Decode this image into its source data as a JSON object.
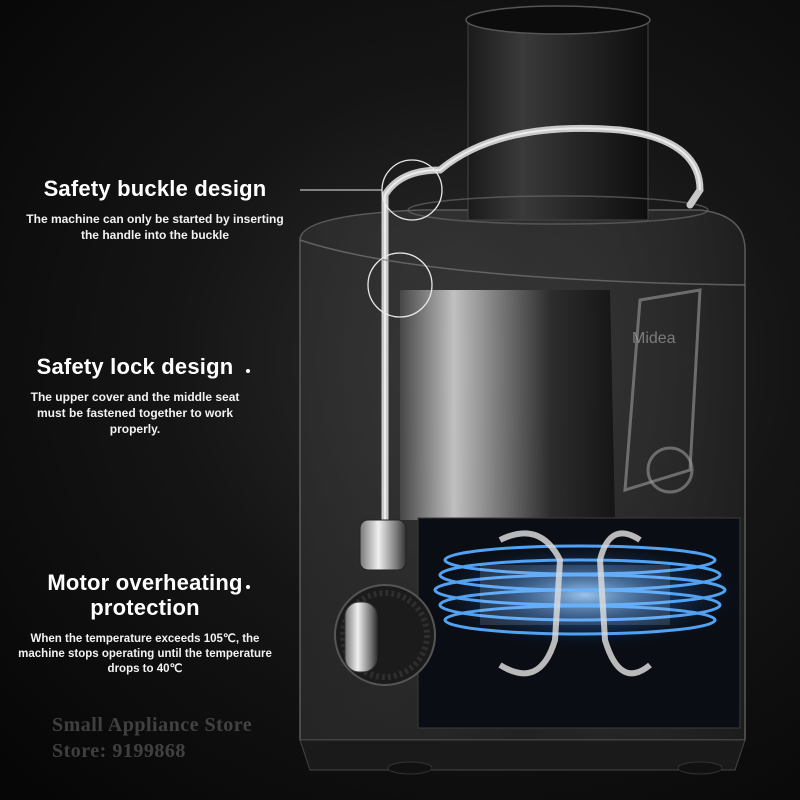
{
  "features": [
    {
      "title": "Safety buckle design",
      "description": "The machine can only be started by inserting the handle into the buckle"
    },
    {
      "title": "Safety lock design",
      "description": "The upper cover and the middle seat must be fastened together to work properly."
    },
    {
      "title": "Motor overheating protection",
      "description": "When the temperature exceeds 105℃, the machine stops operating until the temperature drops to 40℃"
    }
  ],
  "brand": "Midea",
  "watermark": [
    "Small Appliance Store",
    "Store: 9199868"
  ],
  "colors": {
    "background": "#111111",
    "motor_glow": "#3a9dff",
    "text": "#ffffff"
  }
}
